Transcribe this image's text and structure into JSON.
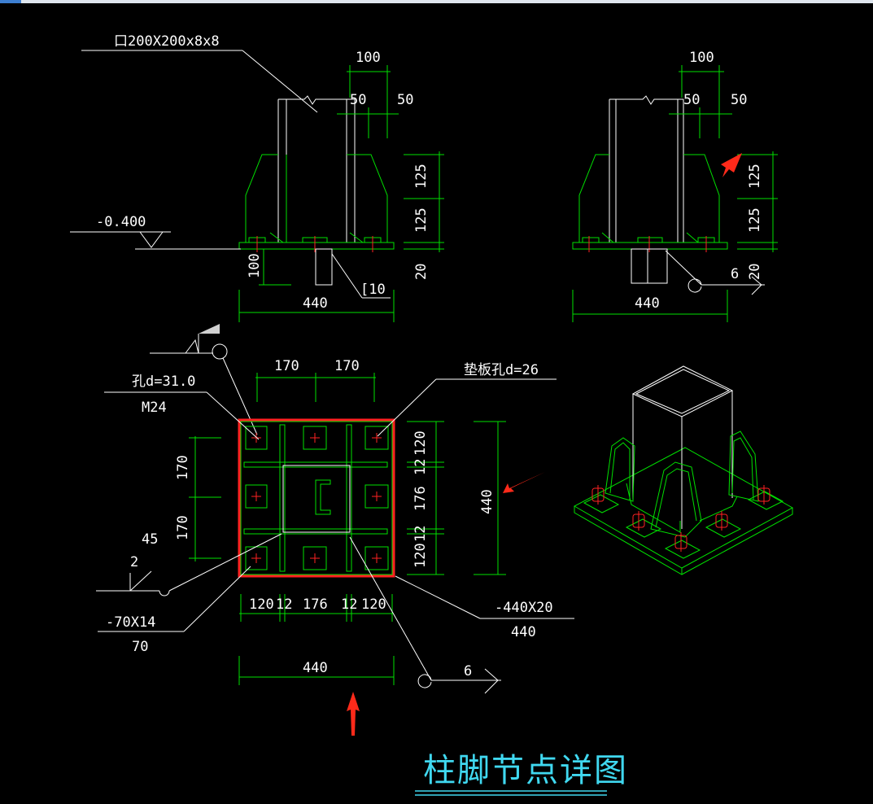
{
  "title": "柱脚节点详图",
  "colors": {
    "background": "#000000",
    "outline": "#ffffff",
    "dimension": "#00e000",
    "highlight": "#ff2222",
    "title": "#40d8f0"
  },
  "elevation_view_left": {
    "section_label": "口200X200x8x8",
    "level_label": "-0.400",
    "dim_top": "100",
    "dim_half_a": "50",
    "dim_half_b": "50",
    "dim_stiffener_upper": "125",
    "dim_stiffener_lower": "125",
    "dim_plate_thickness": "20",
    "dim_depth": "100",
    "shear_key_label": "[10",
    "dim_width": "440"
  },
  "elevation_view_right": {
    "dim_top": "100",
    "dim_half_a": "50",
    "dim_half_b": "50",
    "dim_stiffener_upper": "125",
    "dim_stiffener_lower": "125",
    "dim_plate_thickness": "20",
    "weld_size": "6",
    "dim_width": "440"
  },
  "plan_view": {
    "hole_label": "孔d=31.0",
    "bolt_label": "M24",
    "washer_label": "垫板孔d=26",
    "dim_top_a": "170",
    "dim_top_b": "170",
    "dim_left_a": "170",
    "dim_left_b": "170",
    "dim_right_1": "120",
    "dim_right_2": "12",
    "dim_right_3": "176",
    "dim_right_4": "12",
    "dim_right_5": "120",
    "dim_right_total": "440",
    "dim_bottom_1": "120",
    "dim_bottom_2": "12",
    "dim_bottom_3": "176",
    "dim_bottom_4": "12",
    "dim_bottom_5": "120",
    "dim_bottom_total": "440",
    "weld_angle": "45",
    "weld_size_left": "2",
    "rib_plate_label": "-70X14",
    "rib_plate_sub": "70",
    "base_plate_label": "-440X20",
    "base_plate_sub": "440",
    "weld_size_bottom": "6",
    "channel_glyph": "C"
  }
}
